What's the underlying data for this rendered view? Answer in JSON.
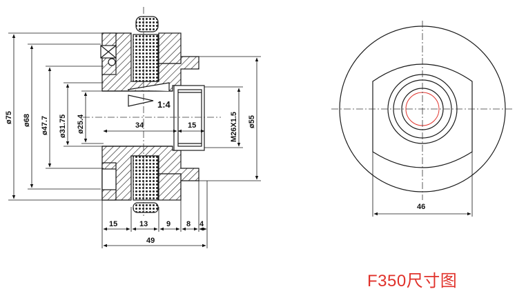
{
  "caption": "F350尺寸图",
  "side_view": {
    "vertical_dims": [
      "ø75",
      "ø68",
      "ø47.7",
      "ø31.75",
      "ø25.4"
    ],
    "taper_label": "1:4",
    "length_dims": [
      "34",
      "15"
    ],
    "thread_label": "M26X1.5",
    "right_diameter": "ø55",
    "bottom_dims": [
      "15",
      "13",
      "9",
      "8",
      "4"
    ],
    "overall_length": "49"
  },
  "front_view": {
    "flat_width": "46"
  },
  "colors": {
    "line": "#1a1a1a",
    "caption": "#e0312a",
    "centerline": "#333333"
  }
}
